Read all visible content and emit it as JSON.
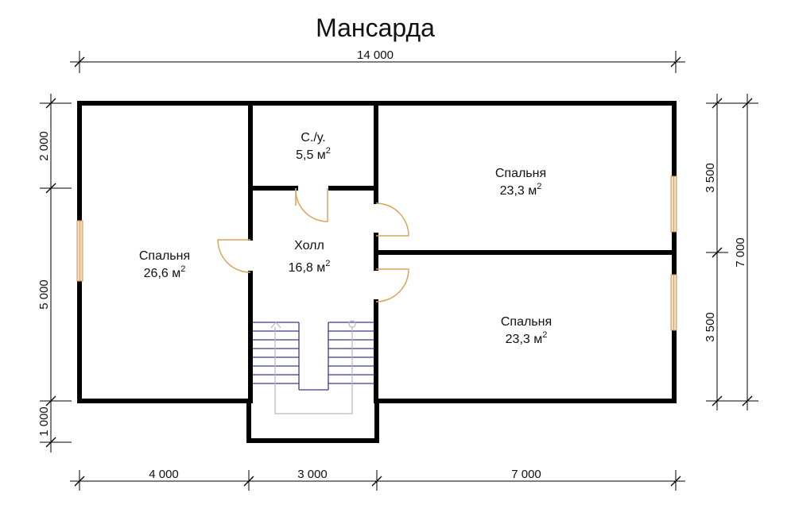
{
  "title": "Мансарда",
  "dimensions": {
    "top_total": "14 000",
    "bottom": [
      "4 000",
      "3 000",
      "7 000"
    ],
    "left": [
      "2 000",
      "5 000",
      "1 000"
    ],
    "right_inner": [
      "3 500",
      "3 500"
    ],
    "right_total": "7 000"
  },
  "rooms": [
    {
      "name": "С./у.",
      "area": "5,5 м",
      "unit_sup": "2"
    },
    {
      "name": "Спальня",
      "area": "23,3 м",
      "unit_sup": "2"
    },
    {
      "name": "Спальня",
      "area": "26,6 м",
      "unit_sup": "2"
    },
    {
      "name": "Холл",
      "area": "16,8 м",
      "unit_sup": "2"
    },
    {
      "name": "Спальня",
      "area": "23,3 м",
      "unit_sup": "2"
    }
  ],
  "colors": {
    "wall": "#000000",
    "door": "#d9a35a",
    "window": "#f3dcc0",
    "stair": "#3b3a86"
  }
}
